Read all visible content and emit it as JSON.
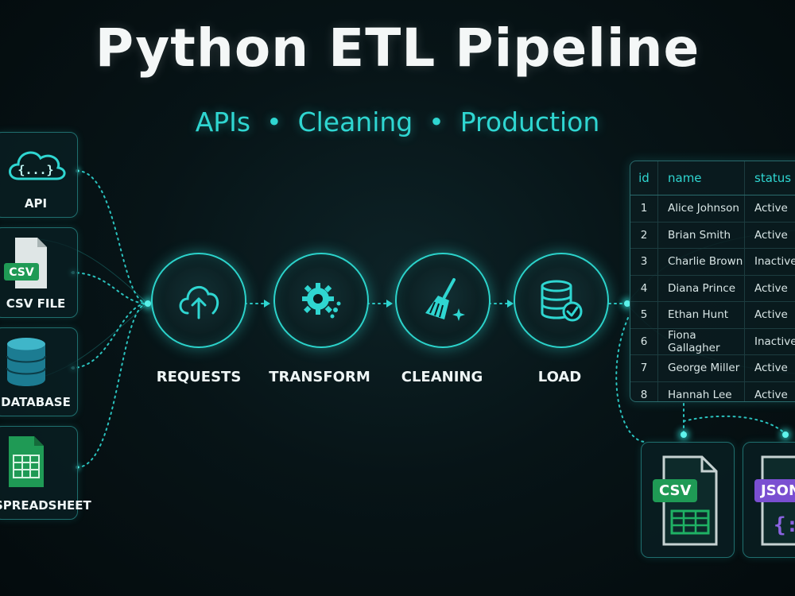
{
  "title": "Python ETL Pipeline",
  "subtitle": {
    "parts": [
      "APIs",
      "Cleaning",
      "Production"
    ],
    "separator": "•"
  },
  "sources": [
    {
      "label": "API",
      "icon": "cloud-braces-icon",
      "icon_text": "{...}"
    },
    {
      "label": "CSV FILE",
      "icon": "csv-file-icon",
      "badge": "CSV"
    },
    {
      "label": "DATABASE",
      "icon": "database-icon"
    },
    {
      "label": "SPREADSHEET",
      "icon": "spreadsheet-icon"
    }
  ],
  "stages": [
    {
      "label": "REQUESTS",
      "icon": "cloud-upload-icon"
    },
    {
      "label": "TRANSFORM",
      "icon": "gear-icon"
    },
    {
      "label": "CLEANING",
      "icon": "broom-icon"
    },
    {
      "label": "LOAD",
      "icon": "database-check-icon"
    }
  ],
  "table": {
    "headers": [
      "id",
      "name",
      "status"
    ],
    "rows": [
      [
        "1",
        "Alice Johnson",
        "Active"
      ],
      [
        "2",
        "Brian Smith",
        "Active"
      ],
      [
        "3",
        "Charlie Brown",
        "Inactive"
      ],
      [
        "4",
        "Diana Prince",
        "Active"
      ],
      [
        "5",
        "Ethan Hunt",
        "Active"
      ],
      [
        "6",
        "Fiona Gallagher",
        "Inactive"
      ],
      [
        "7",
        "George Miller",
        "Active"
      ],
      [
        "8",
        "Hannah Lee",
        "Active"
      ]
    ]
  },
  "outputs": [
    {
      "badge": "CSV",
      "icon": "csv-output-icon",
      "color": "#1f9a55"
    },
    {
      "badge": "JSON",
      "icon": "json-output-icon",
      "color": "#7a4fd1",
      "glyph": "{:"
    }
  ],
  "colors": {
    "accent": "#2fd6d1",
    "node": "#5ff4ec",
    "csv_green": "#1f9a55",
    "json_purple": "#7a4fd1"
  }
}
